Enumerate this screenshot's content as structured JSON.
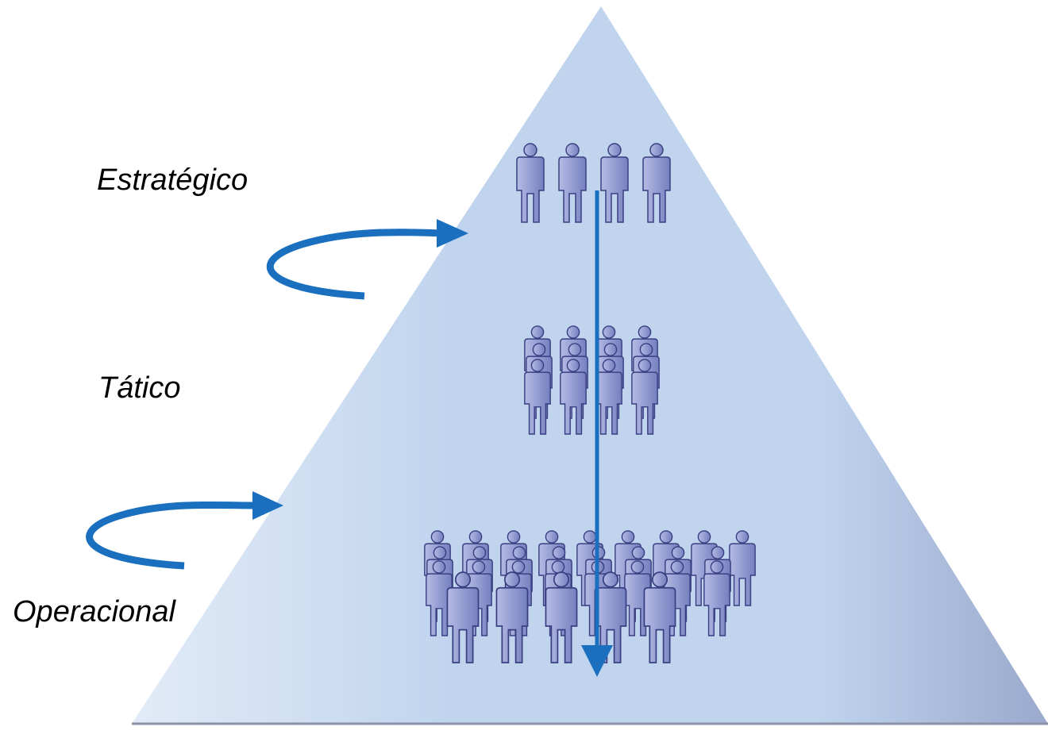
{
  "diagram": {
    "type": "organizational-pyramid",
    "levels": [
      {
        "label": "Estratégico",
        "people": 4
      },
      {
        "label": "Tático",
        "people": 12
      },
      {
        "label": "Operacional",
        "people": 30
      }
    ],
    "arrows": [
      {
        "kind": "curved",
        "from": "Tático",
        "to": "Estratégico"
      },
      {
        "kind": "curved",
        "from": "Operacional",
        "to": "Tático"
      },
      {
        "kind": "vertical",
        "from": "Estratégico",
        "to": "base"
      }
    ],
    "colors": {
      "pyramid_light": "#e2ebf7",
      "pyramid_mid": "#c0d4ee",
      "pyramid_dark": "#9aa9cc",
      "arrow": "#1a6fbf",
      "person_fill": "#8c96cf",
      "person_stroke": "#3a3f82",
      "label_text": "#000000"
    },
    "icons": [
      "person-icon",
      "curved-arrow-icon",
      "down-arrow-icon"
    ]
  }
}
